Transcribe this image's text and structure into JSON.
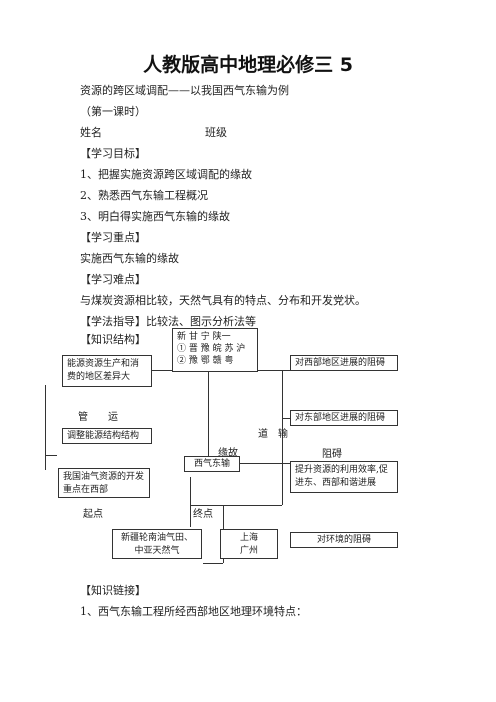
{
  "title": "人教版高中地理必修三 5",
  "subtitle": "资源的跨区域调配——以我国西气东输为例",
  "lesson": "（第一课时）",
  "name_label": "姓名",
  "class_label": "班级",
  "goals_heading": "【学习目标】",
  "goals": [
    "1、把握实施资源跨区域调配的缘故",
    "2、熟悉西气东输工程概况",
    "3、明白得实施西气东输的缘故"
  ],
  "key_heading": "【学习重点】",
  "key_point": "实施西气东输的缘故",
  "difficulty_heading": "【学习难点】",
  "difficulty_text": "与煤炭资源相比较，天然气具有的特点、分布和开发党状。",
  "method_heading": "【学法指导】",
  "method_text": "比较法、图示分析法等",
  "structure_heading": "【知识结构】",
  "diagram": {
    "provinces_line1": "新 甘 宁 陕一",
    "provinces_line2": "① 晋 豫 皖 苏 沪",
    "provinces_line3": "② 豫 鄂 赣 粤",
    "left_box1": "能源资源生产和消费的地区差异大",
    "pipe_label": "管　　运",
    "left_box2": "调整能源结构结构",
    "left_box3": "我国油气资源的开发重点在西部",
    "start_label": "起点",
    "end_label": "终点",
    "reason_label": "缘故",
    "center_box": "西气东输",
    "route_label": "道　输",
    "obstacle_label": "阻碍",
    "right_box1": "对西部地区进展的阻碍",
    "right_box2": "对东部地区进展的阻碍",
    "right_box3": "提升资源的利用效率,促进东、西部和谐进展",
    "right_box4": "对环境的阻碍",
    "start_box": "新疆轮南油气田、中亚天然气",
    "end_box_line1": "上海",
    "end_box_line2": "广州"
  },
  "link_heading": "【知识链接】",
  "link_item": "1、西气东输工程所经西部地区地理环境特点："
}
